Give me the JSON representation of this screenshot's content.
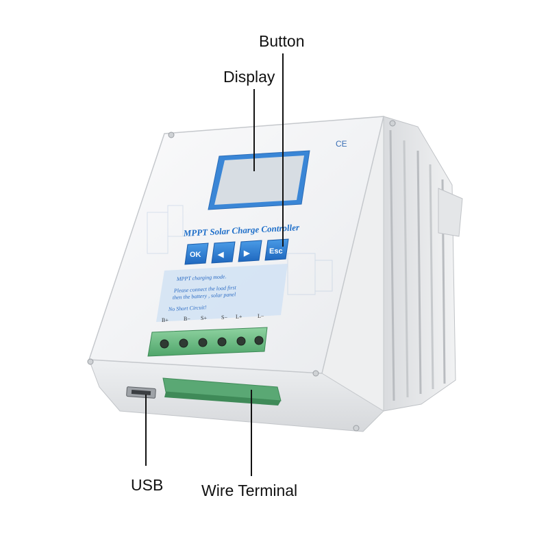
{
  "callouts": {
    "button": "Button",
    "display": "Display",
    "usb": "USB",
    "wire_terminal": "Wire Terminal"
  },
  "panel": {
    "mark": "CE",
    "title": "MPPT Solar Charge Controller",
    "buttons": [
      "OK",
      "◀",
      "▶",
      "Esc"
    ],
    "notes": [
      "MPPT charging mode.",
      "Please connect the load first",
      "then the battery , solar panel",
      "No Short Circuit!"
    ],
    "terminal_labels": [
      "B+",
      "B−",
      "S+",
      "S−",
      "L+",
      "L−"
    ]
  },
  "colors": {
    "accent_blue": "#2f82d8",
    "lcd_blue": "#3a86d6",
    "lcd_screen": "#d7dde3",
    "terminal_green": "#6fbf86",
    "body_silver": "#e6e8ea"
  }
}
